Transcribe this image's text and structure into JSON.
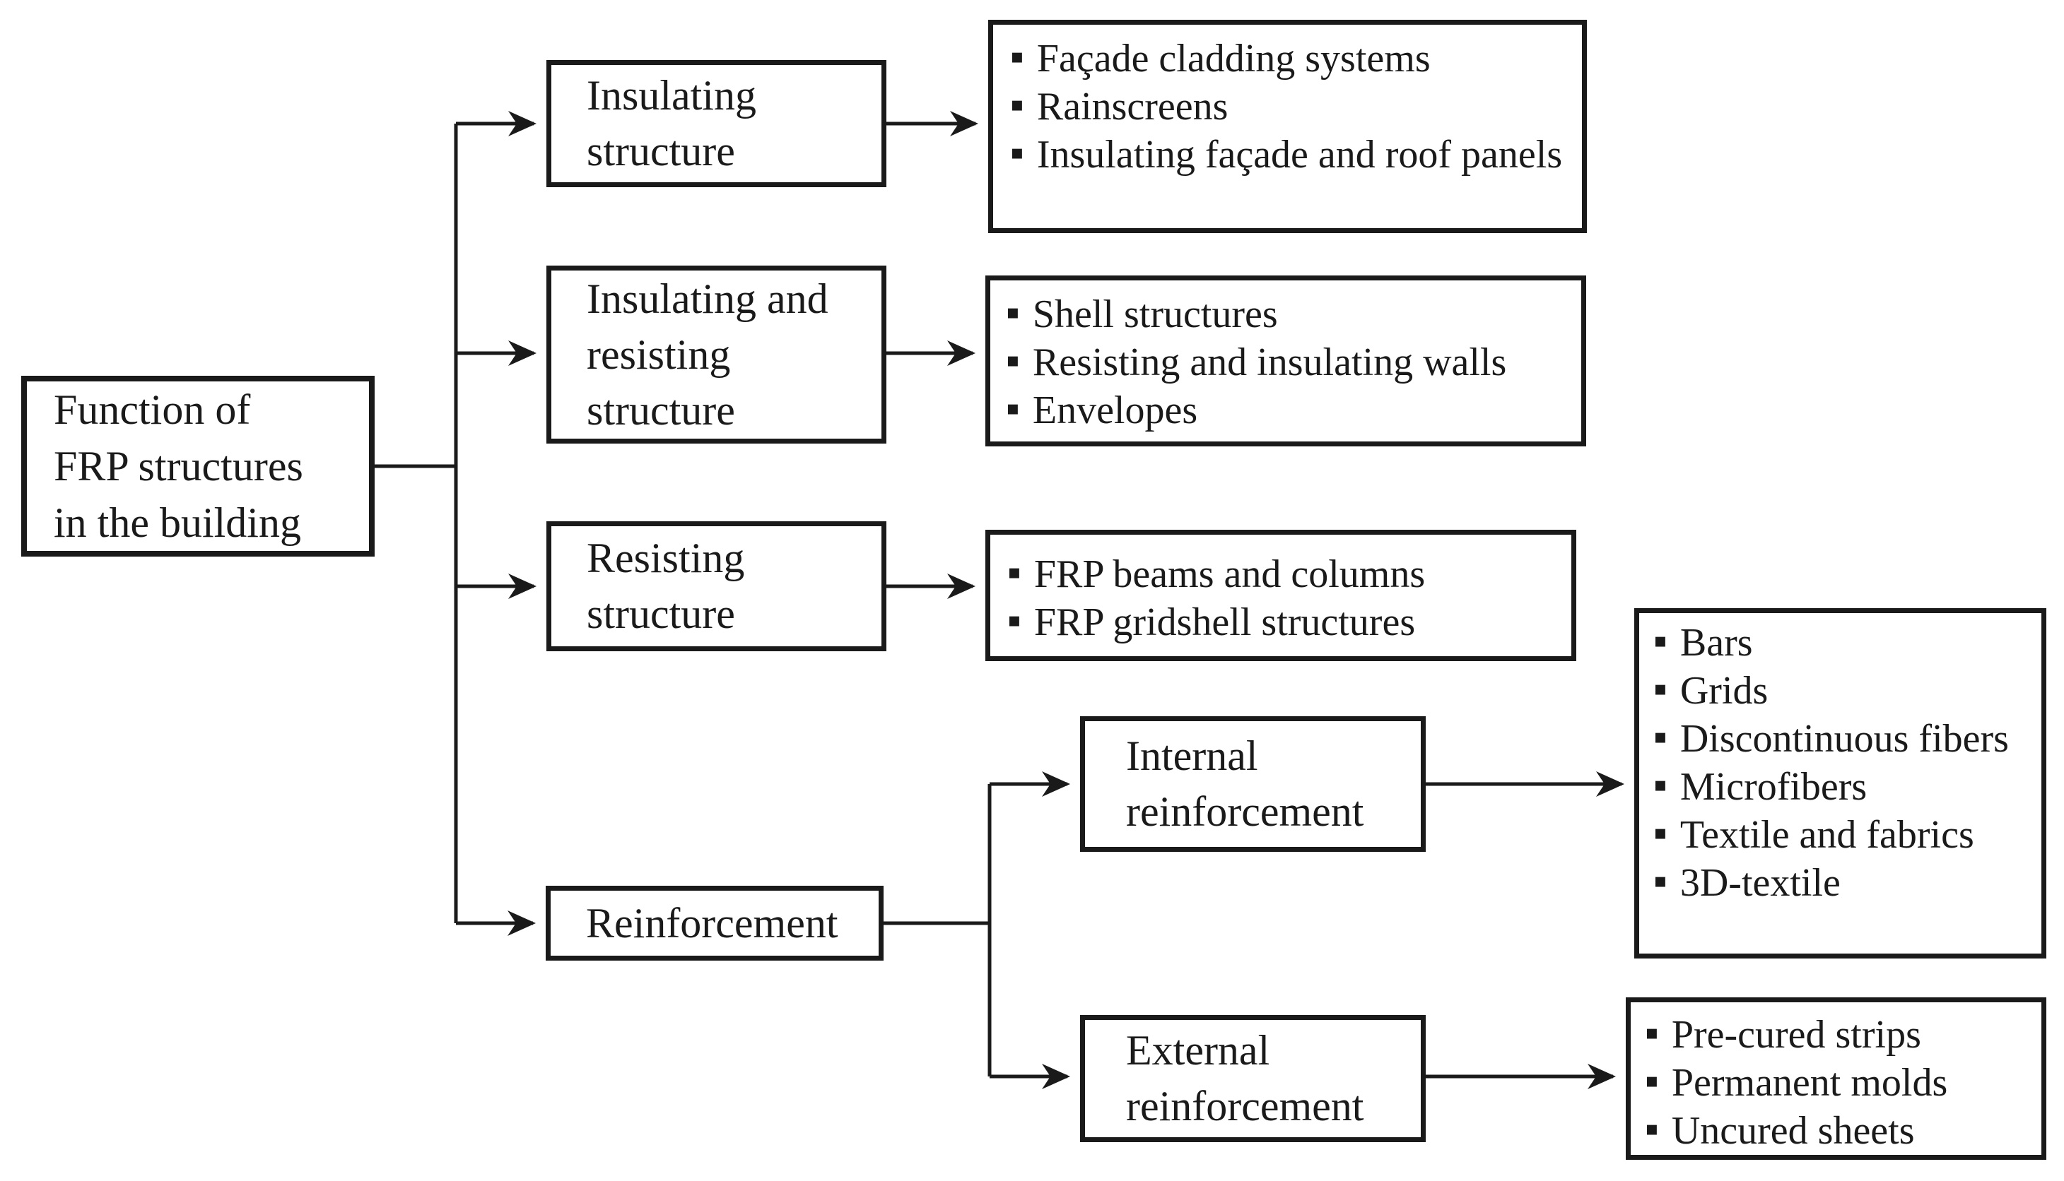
{
  "glyphs": {
    "bullet": "▪"
  },
  "colors": {
    "line": "#1a1a1a",
    "box_border": "#1a1a1a",
    "text": "#1a1a1a",
    "background": "#ffffff"
  },
  "nodes": {
    "root": {
      "lines": [
        "Function of",
        "FRP structures",
        "in the building"
      ]
    },
    "insulating": {
      "lines": [
        "Insulating",
        "structure"
      ]
    },
    "insulating_resisting": {
      "lines": [
        "Insulating and",
        "resisting",
        "structure"
      ]
    },
    "resisting": {
      "lines": [
        "Resisting",
        "structure"
      ]
    },
    "reinforcement": {
      "lines": [
        "Reinforcement"
      ]
    },
    "internal": {
      "lines": [
        "Internal",
        "reinforcement"
      ]
    },
    "external": {
      "lines": [
        "External",
        "reinforcement"
      ]
    }
  },
  "lists": {
    "insulating_items": [
      "Façade cladding systems",
      "Rainscreens",
      "Insulating façade and roof panels"
    ],
    "insulating_resisting_items": [
      "Shell structures",
      "Resisting and insulating walls",
      "Envelopes"
    ],
    "resisting_items": [
      "FRP beams and columns",
      "FRP gridshell structures"
    ],
    "internal_items": [
      "Bars",
      "Grids",
      "Discontinuous fibers",
      "Microfibers",
      "Textile and fabrics",
      "3D-textile"
    ],
    "external_items": [
      "Pre-cured strips",
      "Permanent molds",
      "Uncured sheets"
    ]
  }
}
